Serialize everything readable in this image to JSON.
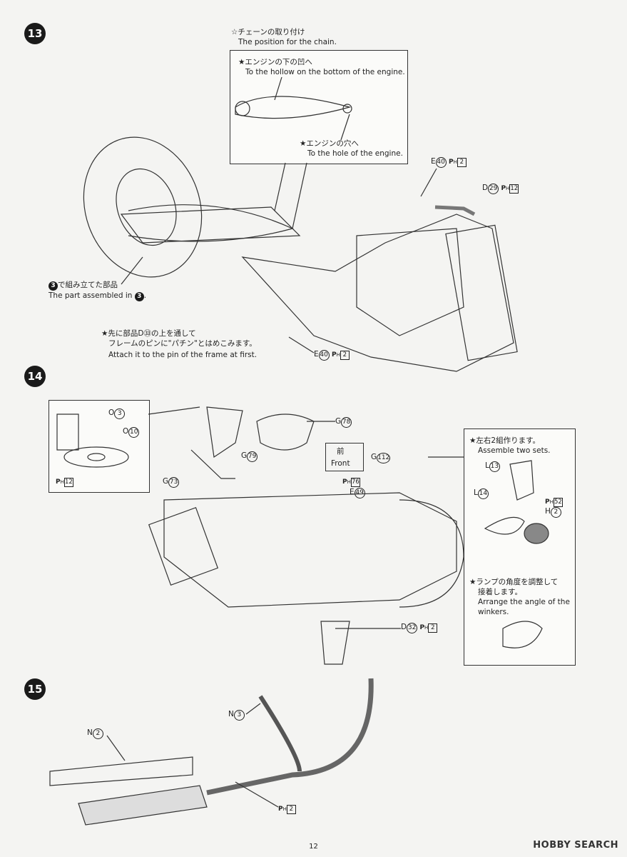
{
  "page_number": "12",
  "watermark": "HOBBY SEARCH",
  "step13": {
    "number": "13",
    "chain_title_jp": "☆チェーンの取り付け",
    "chain_title_en": "The position for the chain.",
    "hollow_jp": "★エンジンの下の凹へ",
    "hollow_en": "To the hollow on the bottom of the engine.",
    "hole_jp": "★エンジンの穴へ",
    "hole_en": "To the hole of the engine.",
    "assembled_jp": "で組み立てた部品",
    "assembled_en": "The part assembled in",
    "assembled_ref": "3",
    "pin_jp1": "★先に部品D㉝の上を通して",
    "pin_jp2": "フレームのピンに\"パチン\"とはめこみます。",
    "pin_en": "Attach it to the pin of the frame at first.",
    "parts": {
      "e40_top": {
        "letter": "E",
        "num": "40",
        "ph": "2"
      },
      "d29": {
        "letter": "D",
        "num": "29",
        "ph": "12"
      },
      "e40_bottom": {
        "letter": "E",
        "num": "40",
        "ph": "2"
      }
    }
  },
  "step14": {
    "number": "14",
    "inset_parts": {
      "o3": {
        "letter": "O",
        "num": "3"
      },
      "o10": {
        "letter": "O",
        "num": "10"
      },
      "ph": "12"
    },
    "g78": {
      "letter": "G",
      "num": "78"
    },
    "g79": {
      "letter": "G",
      "num": "79"
    },
    "g73": {
      "letter": "G",
      "num": "73"
    },
    "front_jp": "前",
    "front_en": "Front",
    "g112": {
      "letter": "G",
      "num": "112"
    },
    "ph76": "76",
    "e49": {
      "letter": "E",
      "num": "49"
    },
    "d32": {
      "letter": "D",
      "num": "32",
      "ph": "2"
    },
    "winker_box": {
      "sets_jp": "★左右2組作ります。",
      "sets_en": "Assemble two sets.",
      "l13": {
        "letter": "L",
        "num": "13"
      },
      "l14": {
        "letter": "L",
        "num": "14"
      },
      "ph52": "52",
      "h2": {
        "letter": "H",
        "num": "2"
      },
      "angle_jp1": "★ランプの角度を調整して",
      "angle_jp2": "接着します。",
      "angle_en1": "Arrange the angle of the",
      "angle_en2": "winkers."
    }
  },
  "step15": {
    "number": "15",
    "n3": {
      "letter": "N",
      "num": "3"
    },
    "n2": {
      "letter": "N",
      "num": "2"
    },
    "ph": "2"
  }
}
